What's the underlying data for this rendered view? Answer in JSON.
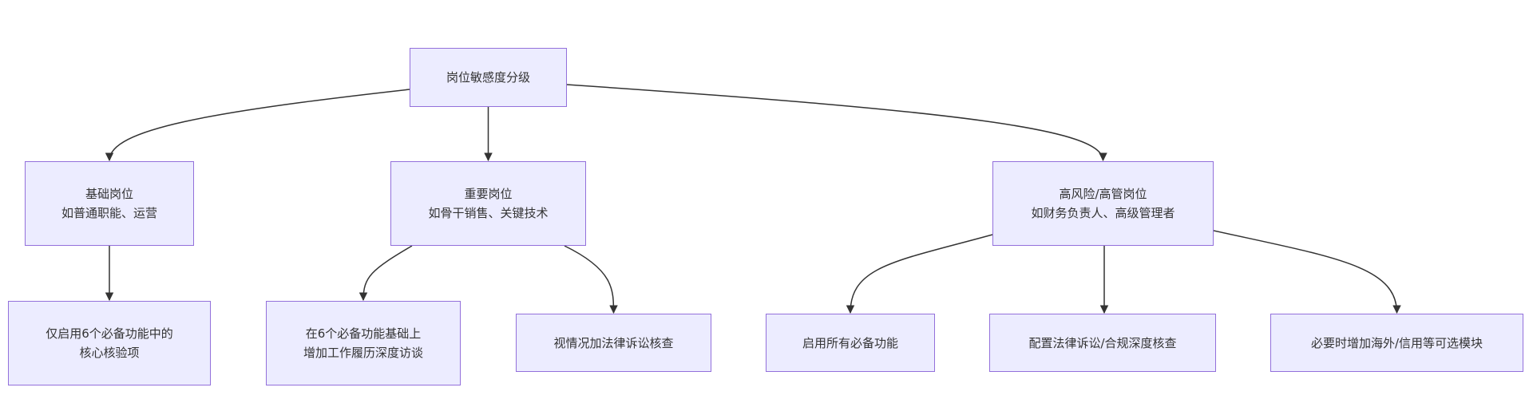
{
  "diagram": {
    "type": "flowchart",
    "direction": "top-down",
    "colors": {
      "node_fill": "#ececff",
      "node_border": "#9370db",
      "edge": "#333333",
      "text": "#333333"
    },
    "nodes": {
      "root": {
        "lines": [
          "岗位敏感度分级"
        ]
      },
      "basic": {
        "lines": [
          "基础岗位",
          "如普通职能、运营"
        ]
      },
      "important": {
        "lines": [
          "重要岗位",
          "如骨干销售、关键技术"
        ]
      },
      "high": {
        "lines": [
          "高风险/高管岗位",
          "如财务负责人、高级管理者"
        ]
      },
      "basic_1": {
        "lines": [
          "仅启用6个必备功能中的",
          "核心核验项"
        ]
      },
      "important_1": {
        "lines": [
          "在6个必备功能基础上",
          "增加工作履历深度访谈"
        ]
      },
      "important_2": {
        "lines": [
          "视情况加法律诉讼核查"
        ]
      },
      "high_1": {
        "lines": [
          "启用所有必备功能"
        ]
      },
      "high_2": {
        "lines": [
          "配置法律诉讼/合规深度核查"
        ]
      },
      "high_3": {
        "lines": [
          "必要时增加海外/信用等可选模块"
        ]
      }
    },
    "edges": [
      {
        "from": "root",
        "to": "basic"
      },
      {
        "from": "root",
        "to": "important"
      },
      {
        "from": "root",
        "to": "high"
      },
      {
        "from": "basic",
        "to": "basic_1"
      },
      {
        "from": "important",
        "to": "important_1"
      },
      {
        "from": "important",
        "to": "important_2"
      },
      {
        "from": "high",
        "to": "high_1"
      },
      {
        "from": "high",
        "to": "high_2"
      },
      {
        "from": "high",
        "to": "high_3"
      }
    ]
  }
}
